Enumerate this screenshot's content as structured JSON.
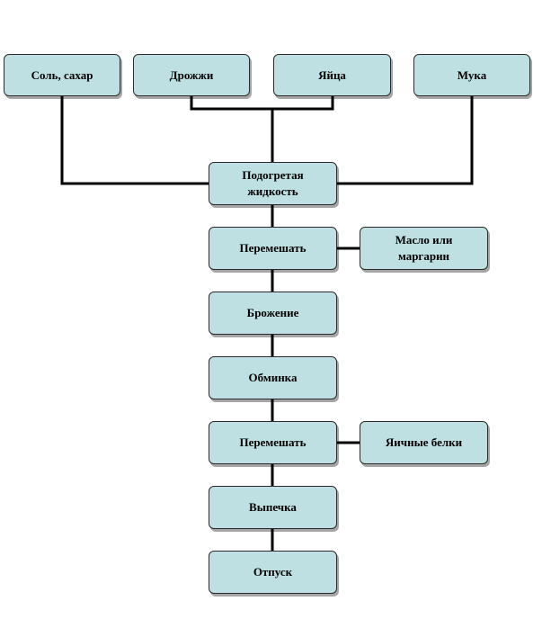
{
  "ingredients": {
    "salt_sugar": "Соль, сахар",
    "yeast": "Дрожжи",
    "eggs": "Яйца",
    "flour": "Мука"
  },
  "steps": {
    "heated_liquid": "Подогретая жидкость",
    "knead_1": "Перемешать",
    "fermentation": "Брожение",
    "punch_down": "Обминка",
    "knead_2": "Перемешать",
    "baking": "Выпечка",
    "release": "Отпуск"
  },
  "additions": {
    "butter": "Масло или маргарин",
    "egg_whites": "Яичные белки"
  }
}
